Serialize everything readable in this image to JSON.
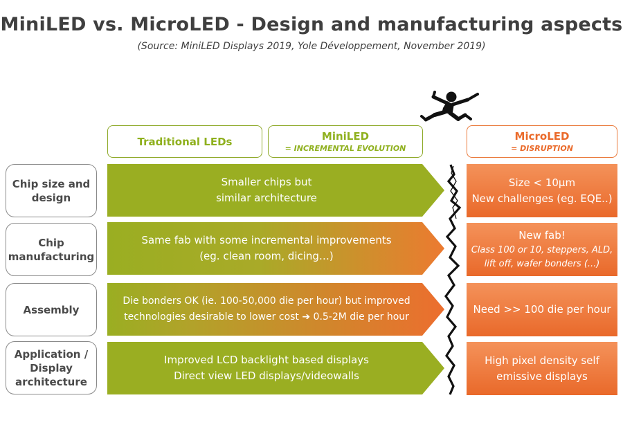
{
  "header": {
    "title": "MiniLED vs. MicroLED - Design and manufacturing aspects",
    "subtitle": "(Source: MiniLED Displays 2019, Yole Développement, November 2019)"
  },
  "columns": {
    "traditional": "Traditional LEDs",
    "miniled": {
      "name": "MiniLED",
      "sub": "= INCREMENTAL EVOLUTION"
    },
    "microled": {
      "name": "MicroLED",
      "sub": "= DISRUPTION"
    }
  },
  "rows": [
    {
      "label": "Chip size and design",
      "arrow_lines": [
        "Smaller chips but",
        "similar architecture"
      ],
      "micro_lines": [
        "Size < 10µm",
        "New challenges (eg. EQE..)"
      ]
    },
    {
      "label": "Chip manufacturing",
      "arrow_lines": [
        "Same fab with some incremental improvements",
        "(eg. clean room, dicing…)"
      ],
      "micro_title": "New fab!",
      "micro_italic": [
        "Class 100 or 10, steppers, ALD,",
        "lift off, wafer bonders (...)"
      ]
    },
    {
      "label": "Assembly",
      "arrow_lines": [
        "Die bonders OK (ie. 100-50,000 die per hour) but improved",
        "technologies desirable to lower cost ➔ 0.5-2M die per hour"
      ],
      "micro_lines": [
        "Need >> 100 die per hour"
      ]
    },
    {
      "label": "Application / Display architecture",
      "arrow_lines": [
        "Improved LCD backlight based displays",
        "Direct view LED displays/videowalls"
      ],
      "micro_lines": [
        "High pixel density self",
        "emissive displays"
      ]
    }
  ],
  "colors": {
    "green": "#9aae28",
    "orange": "#ea7a3c",
    "title_gray": "#3f3f3f"
  },
  "icons": [
    "jumping-man-icon",
    "crack-line-icon"
  ]
}
